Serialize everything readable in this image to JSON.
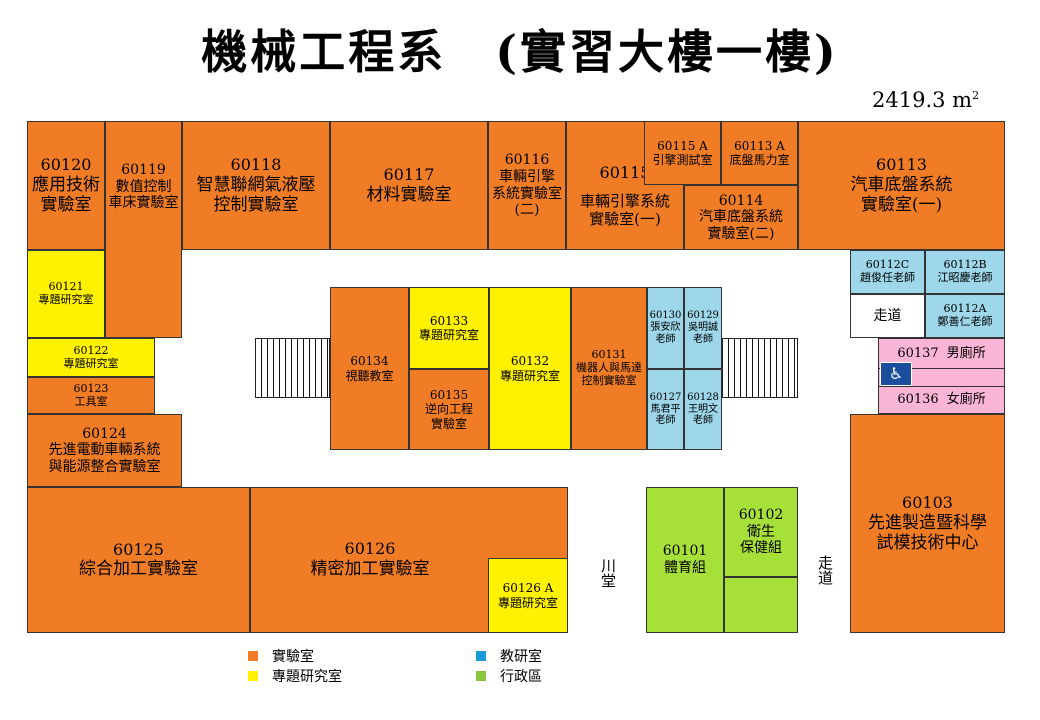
{
  "header": {
    "title": "機械工程系　(實習大樓一樓)",
    "area_value": "2419.3 m",
    "area_superscript": "2"
  },
  "colors": {
    "lab": "#f07d26",
    "project": "#fff200",
    "faculty": "#9ed6ea",
    "admin": "#a8e03a",
    "restroom": "#f9b4d6"
  },
  "rooms": {
    "r60120": {
      "no": "60120",
      "name": "應用技術\n實驗室"
    },
    "r60119": {
      "no": "60119",
      "name": "數值控制\n車床實驗室"
    },
    "r60118": {
      "no": "60118",
      "name": "智慧聯網氣液壓\n控制實驗室"
    },
    "r60117": {
      "no": "60117",
      "name": "材料實驗室"
    },
    "r60116": {
      "no": "60116",
      "name": "車輛引擎\n系統實驗室\n(二)"
    },
    "r60115": {
      "no": "60115",
      "name": ""
    },
    "r60115_name": {
      "no": "",
      "name": "車輛引擎系統\n實驗室(一)"
    },
    "r60115a": {
      "no": "60115 A",
      "name": "引擎測試室"
    },
    "r60113a": {
      "no": "60113 A",
      "name": "底盤馬力室"
    },
    "r60114": {
      "no": "60114",
      "name": "汽車底盤系統\n實驗室(二)"
    },
    "r60113": {
      "no": "60113",
      "name": "汽車底盤系統\n實驗室(一)"
    },
    "r60112c": {
      "no": "60112C",
      "name": "趙俊任老師"
    },
    "r60112b": {
      "no": "60112B",
      "name": "江昭慶老師"
    },
    "corridor_small": {
      "no": "",
      "name": "走道"
    },
    "r60112a": {
      "no": "60112A",
      "name": "鄭善仁老師"
    },
    "r60137": {
      "no": "60137",
      "name": "男廁所"
    },
    "r60136": {
      "no": "60136",
      "name": "女廁所"
    },
    "r60121": {
      "no": "60121",
      "name": "專題研究室"
    },
    "r60122": {
      "no": "60122",
      "name": "專題研究室"
    },
    "r60123": {
      "no": "60123",
      "name": "工具室"
    },
    "r60124": {
      "no": "60124",
      "name": "先進電動車輛系統\n與能源整合實驗室"
    },
    "r60134": {
      "no": "60134",
      "name": "視聽教室"
    },
    "r60133": {
      "no": "60133",
      "name": "專題研究室"
    },
    "r60135": {
      "no": "60135",
      "name": "逆向工程\n實驗室"
    },
    "r60132": {
      "no": "60132",
      "name": "專題研究室"
    },
    "r60131": {
      "no": "60131",
      "name": "機器人與馬達\n控制實驗室"
    },
    "r60130": {
      "no": "60130",
      "name": "張安欣\n老師"
    },
    "r60129": {
      "no": "60129",
      "name": "吳明誠\n老師"
    },
    "r60127": {
      "no": "60127",
      "name": "馬君平\n老師"
    },
    "r60128": {
      "no": "60128",
      "name": "王明文\n老師"
    },
    "r60125": {
      "no": "60125",
      "name": "綜合加工實驗室"
    },
    "r60126": {
      "no": "60126",
      "name": "精密加工實驗室"
    },
    "r60126a": {
      "no": "60126 A",
      "name": "專題研究室"
    },
    "r60101": {
      "no": "60101",
      "name": "體育組"
    },
    "r60102": {
      "no": "60102",
      "name": "衛生\n保健組"
    },
    "r60103": {
      "no": "60103",
      "name": "先進製造暨科學\n試模技術中心"
    }
  },
  "corridor_labels": {
    "chuantang": "川堂",
    "walkway": "走道"
  },
  "legend": [
    {
      "label": "實驗室",
      "color": "#f07d26"
    },
    {
      "label": "專題研究室",
      "color": "#fff200"
    },
    {
      "label": "教研室",
      "color": "#1a9bd7"
    },
    {
      "label": "行政區",
      "color": "#8cc63f"
    }
  ]
}
